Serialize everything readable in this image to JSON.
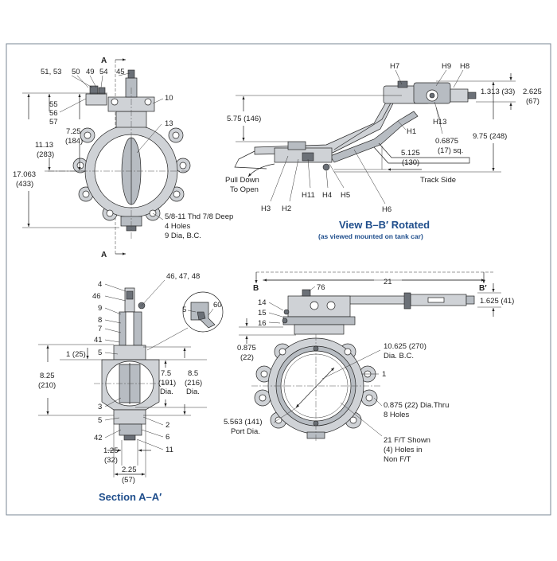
{
  "section_a_marker": "A",
  "section_b_marker": "B",
  "section_b_prime_marker": "B′",
  "front_view": {
    "callouts": [
      "51, 53",
      "50",
      "49",
      "54",
      "45",
      "10",
      "55",
      "56",
      "57",
      "13"
    ],
    "dims": {
      "d1": "7.25",
      "d1m": "(184)",
      "d2": "11.13",
      "d2m": "(283)",
      "d3": "17.063",
      "d3m": "(433)"
    },
    "note_lines": [
      "5/8-11 Thd 7/8 Deep",
      "4 Holes",
      "9 Dia, B.C."
    ]
  },
  "view_b": {
    "callouts": [
      "H7",
      "H9",
      "H8",
      "H1",
      "H13",
      "H3",
      "H2",
      "H11",
      "H4",
      "H5",
      "H6"
    ],
    "dims": {
      "d1": "5.75 (146)",
      "d2": "1.313 (33)",
      "d3": "2.625",
      "d3m": "(67)",
      "d4": "9.75 (248)",
      "d5": "0.6875",
      "d5m": "(17) sq.",
      "d6": "5.125",
      "d6m": "(130)"
    },
    "labels": {
      "pull_1": "Pull Down",
      "pull_2": "To Open",
      "track": "Track Side"
    },
    "title": "View B–B′ Rotated",
    "subtitle": "(as viewed mounted on tank car)"
  },
  "section_view": {
    "callouts": [
      "4",
      "46",
      "9",
      "8",
      "7",
      "41",
      "5",
      "3",
      "42",
      "5",
      "2",
      "6",
      "11",
      "46, 47, 48",
      "5",
      "60"
    ],
    "dims": {
      "d1": "1 (25)",
      "d2": "8.25",
      "d2m": "(210)",
      "d3": "7.5",
      "d3m": "(191)",
      "d3n": "Dia.",
      "d4": "8.5",
      "d4m": "(216)",
      "d4n": "Dia.",
      "d5": "1.25",
      "d5m": "(32)",
      "d6": "2.25",
      "d6m": "(57)"
    },
    "title": "Section A–A′"
  },
  "side_view": {
    "callouts": [
      "76",
      "14",
      "15",
      "16",
      "1"
    ],
    "dims": {
      "d1": "21",
      "d2": "1.625 (41)",
      "d3": "0.875",
      "d3m": "(22)",
      "d4": "10.625 (270)",
      "d4m": "Dia. B.C.",
      "d5": "0.875 (22) Dia.Thru",
      "d5m": "8 Holes",
      "d6": "5.563 (141)",
      "d6m": "Port Dia.",
      "d7": "21 F/T Shown",
      "d7m": "(4) Holes in",
      "d7n": "Non F/T"
    }
  }
}
